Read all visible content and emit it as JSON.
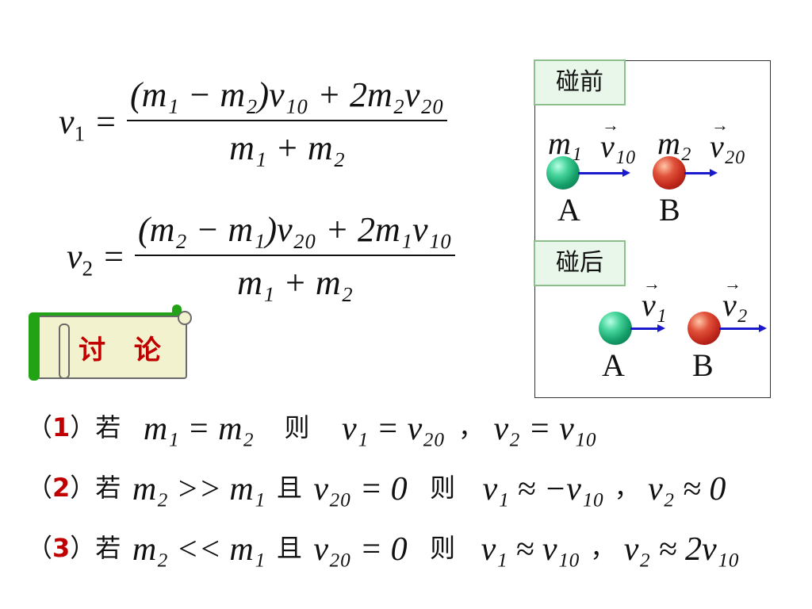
{
  "formulas": {
    "v1": {
      "lhs": "v",
      "lhs_sub": "1",
      "equals": "=",
      "numerator": "(m₁ − m₂)v₁₀ + 2m₂v₂₀",
      "denominator": "m₁ + m₂"
    },
    "v2": {
      "lhs": "v",
      "lhs_sub": "2",
      "equals": "=",
      "numerator": "(m₂ − m₁)v₂₀ + 2m₁v₁₀",
      "denominator": "m₁ + m₂"
    }
  },
  "discussion_label": "讨 论",
  "diagram": {
    "before_label": "碰前",
    "after_label": "碰后",
    "ball_a": "A",
    "ball_b": "B",
    "m1": "m₁",
    "m2": "m₂",
    "v10": "v₁₀",
    "v20": "v₂₀",
    "v1": "v₁",
    "v2": "v₂",
    "ball_a_color": "#1ea872",
    "ball_b_color": "#c82a1c",
    "arrow_color": "#1a1acc"
  },
  "cases": [
    {
      "open": "（",
      "num": "1",
      "close": "）",
      "if": "若",
      "condition": "m₁ = m₂",
      "and": "",
      "condition2": "",
      "then": "则",
      "result1": "v₁ = v₂₀",
      "sep": "，",
      "result2": "v₂ = v₁₀"
    },
    {
      "open": "（",
      "num": "2",
      "close": "）",
      "if": "若",
      "condition": "m₂ >> m₁",
      "and": "且",
      "condition2": "v₂₀ = 0",
      "then": "则",
      "result1": "v₁ ≈ −v₁₀",
      "sep": "，",
      "result2": "v₂ ≈ 0"
    },
    {
      "open": "（",
      "num": "3",
      "close": "）",
      "if": "若",
      "condition": "m₂ << m₁",
      "and": "且",
      "condition2": "v₂₀ = 0",
      "then": "则",
      "result1": "v₁ ≈ v₁₀",
      "sep": "，",
      "result2": "v₂ ≈ 2v₁₀"
    }
  ],
  "colors": {
    "accent_red": "#c00000",
    "scroll_green": "#22a316",
    "tag_bg": "#e9f6ea"
  }
}
